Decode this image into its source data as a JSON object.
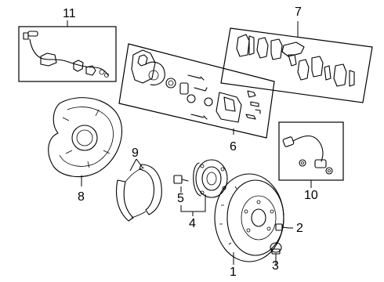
{
  "callouts": {
    "c1": "1",
    "c2": "2",
    "c3": "3",
    "c4": "4",
    "c5": "5",
    "c6": "6",
    "c7": "7",
    "c8": "8",
    "c9": "9",
    "c10": "10",
    "c11": "11"
  },
  "parts": [
    {
      "callout": "1",
      "name": "brake-rotor"
    },
    {
      "callout": "2",
      "name": "rotor-screw"
    },
    {
      "callout": "3",
      "name": "bleeder-cap"
    },
    {
      "callout": "4",
      "name": "hub-and-bearing-assembly"
    },
    {
      "callout": "5",
      "name": "hub-bolt"
    },
    {
      "callout": "6",
      "name": "caliper-assembly"
    },
    {
      "callout": "7",
      "name": "brake-pad-set"
    },
    {
      "callout": "8",
      "name": "splash-shield"
    },
    {
      "callout": "9",
      "name": "parking-brake-shoes"
    },
    {
      "callout": "10",
      "name": "brake-hose"
    },
    {
      "callout": "11",
      "name": "abs-wheel-speed-sensor"
    }
  ]
}
